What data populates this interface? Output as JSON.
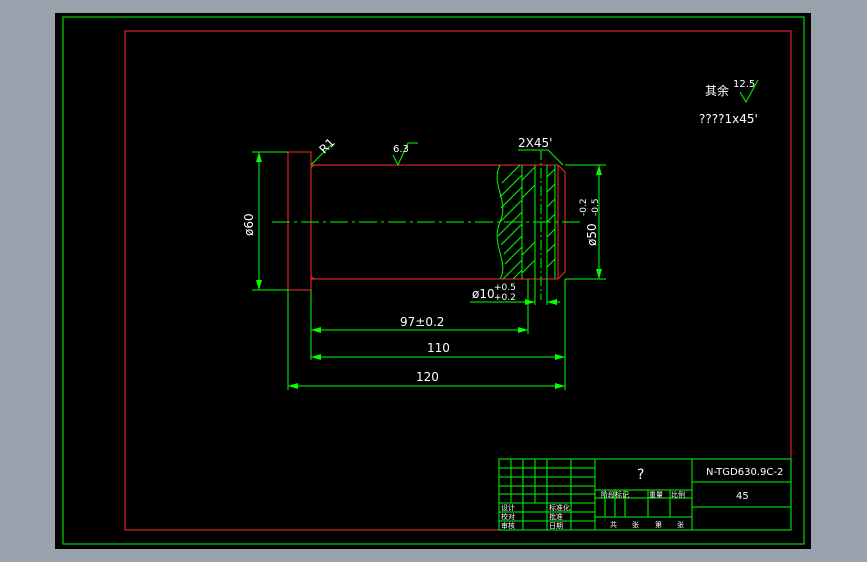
{
  "notes": {
    "roughness_prefix": "其余",
    "roughness_value": "12.5",
    "chamfer_note": "????1x45'"
  },
  "dimensions": {
    "r1": "R1",
    "surface_roughness": "6.3",
    "chamfer": "2X45'",
    "dia60": "ø60",
    "dia50": "ø50",
    "dia50_tol_upper": "-0.2",
    "dia50_tol_lower": "-0.5",
    "dia10": "ø10",
    "dia10_tol_upper": "+0.5",
    "dia10_tol_lower": "+0.2",
    "len97": "97±0.2",
    "len110": "110",
    "len120": "120"
  },
  "title_block": {
    "part_name": "?",
    "drawing_number": "N-TGD630.9C-2",
    "material": "45",
    "row_labels": [
      "设计",
      "校对",
      "审核"
    ],
    "row_labels_mid": [
      "标准化",
      "批准",
      "日期"
    ],
    "header_labels": [
      "阶段标记",
      "重量",
      "比例"
    ],
    "sheet_labels": [
      "共",
      "张",
      "第",
      "张"
    ]
  },
  "colors": {
    "frame": "#00ff00",
    "border": "#ff2a2a",
    "part": "#ff2a2a",
    "dimension": "#00ff00",
    "text": "#ffffff",
    "background": "#000000"
  }
}
